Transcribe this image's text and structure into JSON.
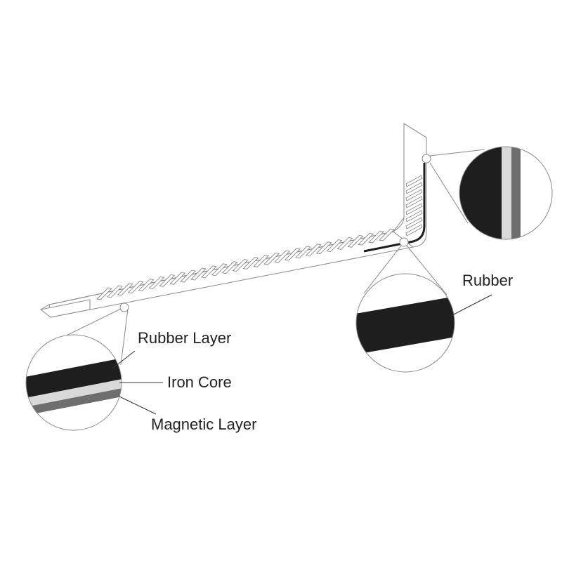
{
  "labels": {
    "rubber_layer": "Rubber Layer",
    "iron_core": "Iron Core",
    "magnetic_layer": "Magnetic Layer",
    "rubber": "Rubber"
  },
  "colors": {
    "rubber": "#1e1e1e",
    "iron_core": "#d9d9d9",
    "magnetic": "#6e6e6e",
    "outline": "#8a8a8a",
    "background": "#ffffff"
  }
}
